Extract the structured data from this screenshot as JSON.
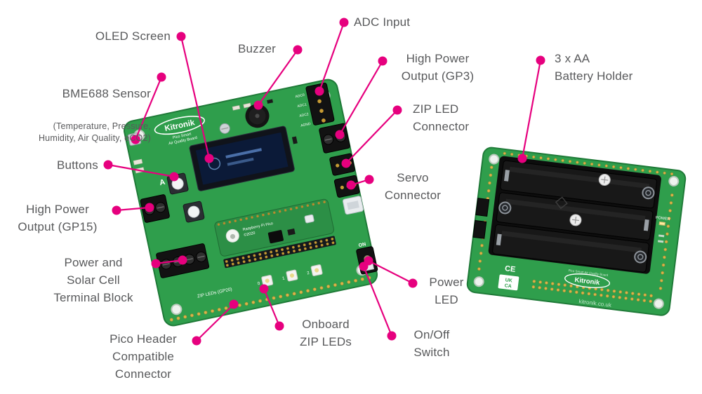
{
  "colors": {
    "accent_pink": "#e6007e",
    "label_text": "#58595b",
    "pcb_green": "#2f9e4c"
  },
  "annotations": {
    "oled": {
      "label": "OLED Screen"
    },
    "buzzer": {
      "label": "Buzzer"
    },
    "adc": {
      "label": "ADC Input"
    },
    "gp3": {
      "label": "High Power\nOutput (GP3)"
    },
    "battery": {
      "label": "3 x AA\nBattery Holder"
    },
    "bme688": {
      "label": "BME688 Sensor",
      "sub": "(Temperature, Pressure,\nHumidity, Air Quality, eCO2)"
    },
    "zipled": {
      "label": "ZIP LED\nConnector"
    },
    "buttons": {
      "label": "Buttons"
    },
    "servo": {
      "label": "Servo\nConnector"
    },
    "gp15": {
      "label": "High Power\nOutput (GP15)"
    },
    "solar": {
      "label": "Power and\nSolar Cell\nTerminal Block"
    },
    "powerled": {
      "label": "Power\nLED"
    },
    "picoheader": {
      "label": "Pico Header\nCompatible\nConnector"
    },
    "onboard": {
      "label": "Onboard\nZIP LEDs"
    },
    "onoff": {
      "label": "On/Off\nSwitch"
    }
  },
  "board_main": {
    "logo": "Kitronik",
    "board_name1": "Pico Smart",
    "board_name2": "Air Quality Board",
    "adc_pins": [
      "ADC0",
      "ADC1",
      "ADC2",
      "AGND"
    ],
    "button_a": "A",
    "pico_text": "Raspberry Pi Pico",
    "pico_copyright": "©2020",
    "switch_on": "ON",
    "zip_leds_label": "ZIP LEDs (GP20)",
    "led_labels": [
      "0",
      "1",
      "2"
    ]
  },
  "board_battery": {
    "logo": "Kitronik",
    "subtitle": "Pico Smart Air Quality Board",
    "url": "kitronik.co.uk",
    "ce": "CE",
    "ukca_line1": "UK",
    "ukca_line2": "CA",
    "power_label": "POWER"
  }
}
